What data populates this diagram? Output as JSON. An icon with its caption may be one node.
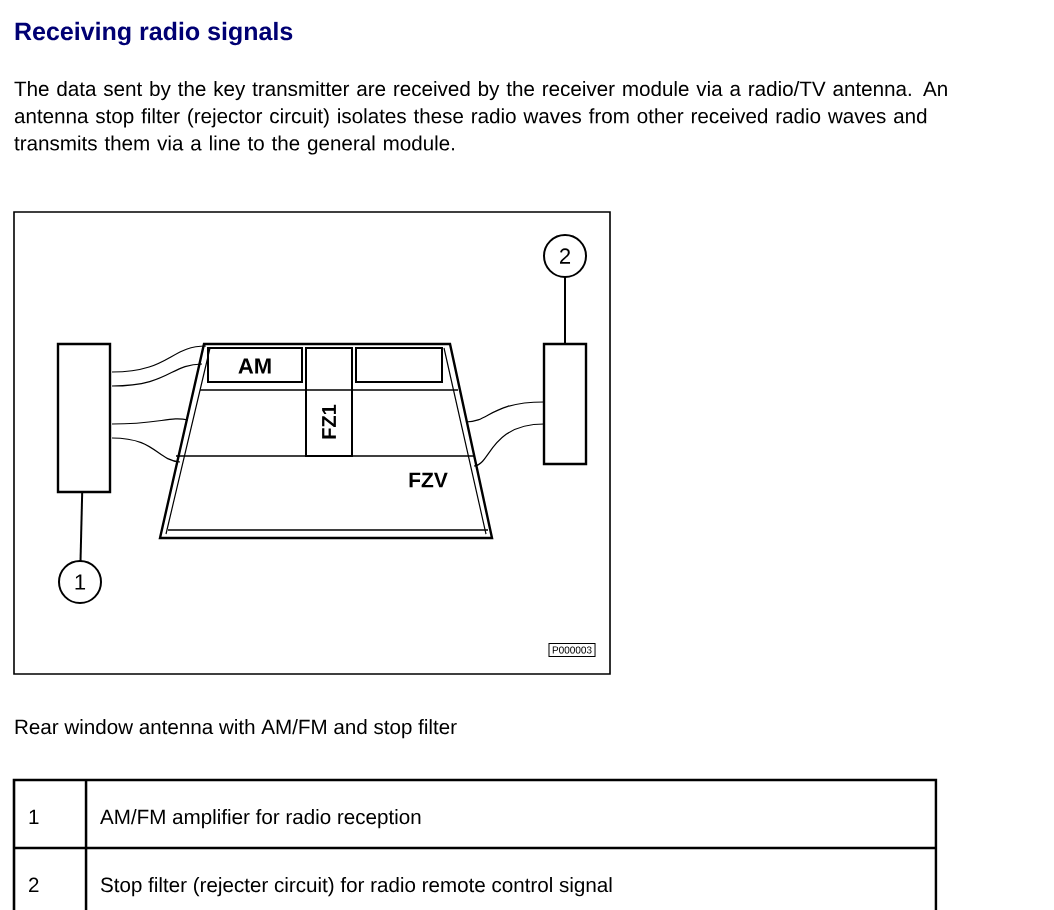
{
  "diagram": {
    "title": "Receiving radio signals",
    "caption": "Rear window antenna with AM/FM and stop filter",
    "nodes": [
      {
        "text": [
          "2"
        ]
      },
      {
        "text": [],
        "shape": "box"
      },
      {
        "text": [],
        "shape": "box"
      },
      {
        "text": [
          "1"
        ]
      }
    ],
    "edges": [
      {
        "from": 0,
        "to": 2,
        "arrow": "none"
      },
      {
        "from": 3,
        "to": 1,
        "arrow": "none"
      }
    ],
    "labels": [
      "The data sent by the key transmitter are received by the receiver module via a radio/TV antenna. An antenna stop filter (rejector circuit) isolates these radio waves from other received radio waves and transmits them via a line to the general module.",
      "AM",
      "FZ1",
      "FZV",
      "P000003",
      "1",
      "AM/FM amplifier for radio reception",
      "2",
      "Stop filter (rejecter circuit) for radio remote control signal"
    ]
  }
}
